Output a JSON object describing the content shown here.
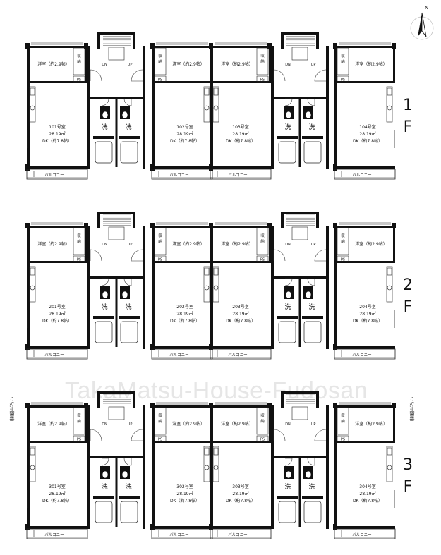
{
  "watermark": "TakaMatsu-House-Fudosan",
  "compass_label": "N",
  "side_note": "毎晨下がり",
  "floors": [
    {
      "label_num": "1",
      "label_f": "F",
      "units": [
        {
          "room": "101号室",
          "area": "28.19㎡",
          "dk": "DK（約7.8帖）",
          "western": "洋室（約2.9帖）"
        },
        {
          "room": "102号室",
          "area": "28.19㎡",
          "dk": "DK（約7.8帖）",
          "western": "洋室（約2.9帖）"
        },
        {
          "room": "103号室",
          "area": "28.19㎡",
          "dk": "DK（約7.8帖）",
          "western": "洋室（約2.9帖）"
        },
        {
          "room": "104号室",
          "area": "28.19㎡",
          "dk": "DK（約7.8帖）",
          "western": "洋室（約2.9帖）"
        }
      ]
    },
    {
      "label_num": "2",
      "label_f": "F",
      "units": [
        {
          "room": "201号室",
          "area": "28.19㎡",
          "dk": "DK（約7.8帖）",
          "western": "洋室（約2.9帖）"
        },
        {
          "room": "202号室",
          "area": "28.19㎡",
          "dk": "DK（約7.8帖）",
          "western": "洋室（約2.9帖）"
        },
        {
          "room": "203号室",
          "area": "28.19㎡",
          "dk": "DK（約7.8帖）",
          "western": "洋室（約2.9帖）"
        },
        {
          "room": "204号室",
          "area": "28.19㎡",
          "dk": "DK（約7.8帖）",
          "western": "洋室（約2.9帖）"
        }
      ]
    },
    {
      "label_num": "3",
      "label_f": "F",
      "units": [
        {
          "room": "301号室",
          "area": "28.19㎡",
          "dk": "DK（約7.8帖）",
          "western": "洋室（約2.9帖）"
        },
        {
          "room": "302号室",
          "area": "28.19㎡",
          "dk": "DK（約7.8帖）",
          "western": "洋室（約2.9帖）"
        },
        {
          "room": "303号室",
          "area": "28.19㎡",
          "dk": "DK（約7.8帖）",
          "western": "洋室（約2.9帖）"
        },
        {
          "room": "304号室",
          "area": "28.19㎡",
          "dk": "DK（約7.8帖）",
          "western": "洋室（約2.9帖）"
        }
      ]
    }
  ],
  "labels": {
    "storage": "収納",
    "ps": "PS",
    "wash": "洗",
    "balcony": "バルコニー",
    "up": "UP",
    "dn": "DN"
  }
}
